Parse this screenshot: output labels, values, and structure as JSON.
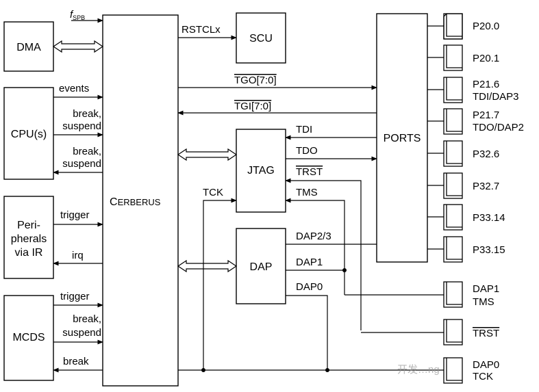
{
  "blocks": {
    "dma": "DMA",
    "cpu": "CPU(s)",
    "peri_1": "Peri-",
    "peri_2": "pherals",
    "peri_3": "via IR",
    "mcds": "MCDS",
    "cerberus_c": "C",
    "cerberus_rest": "ERBERUS",
    "scu": "SCU",
    "jtag": "JTAG",
    "dap": "DAP",
    "ports": "PORTS"
  },
  "signals": {
    "fspb_f": "f",
    "fspb_sub": "SPB",
    "events": "events",
    "break": "break,",
    "suspend": "suspend",
    "trigger": "trigger",
    "irq": "irq",
    "break_only": "break",
    "rstclx": "RSTCLx",
    "tgo": "TGO[7:0]",
    "tgi": "TGI[7:0]",
    "tdi": "TDI",
    "tdo": "TDO",
    "trst": "TRST",
    "tms": "TMS",
    "tck": "TCK",
    "dap23": "DAP2/3",
    "dap1": "DAP1",
    "dap0": "DAP0"
  },
  "pins": [
    [
      "P20.0"
    ],
    [
      "P20.1"
    ],
    [
      "P21.6",
      "TDI/DAP3"
    ],
    [
      "P21.7",
      "TDO/DAP2"
    ],
    [
      "P32.6"
    ],
    [
      "P32.7"
    ],
    [
      "P33.14"
    ],
    [
      "P33.15"
    ],
    [
      "DAP1",
      "TMS"
    ],
    [
      "TRST"
    ],
    [
      "DAP0",
      "TCK"
    ]
  ],
  "watermark": "开发…ng"
}
